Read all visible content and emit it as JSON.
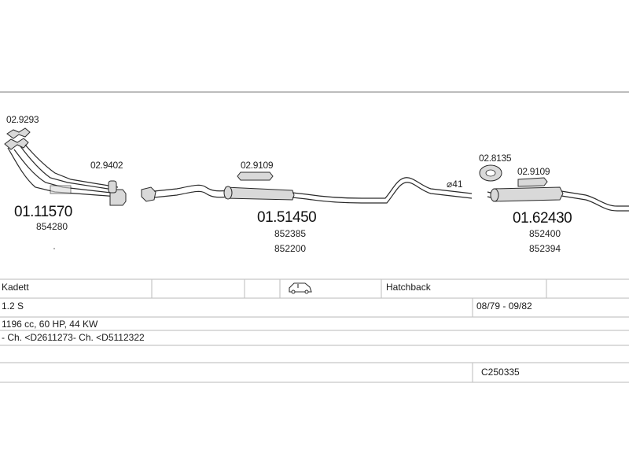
{
  "parts": {
    "gasket_front_code": "02.9293",
    "front_pipe_code": "01.11570",
    "front_pipe_oe": "854280",
    "clamp_code": "02.9402",
    "mount_middle_code": "02.9109",
    "middle_silencer_code": "01.51450",
    "middle_silencer_oe_1": "852385",
    "middle_silencer_oe_2": "852200",
    "diameter_label": "⌀41",
    "rubber_mount_code": "02.8135",
    "mount_rear_code": "02.9109",
    "rear_silencer_code": "01.62430",
    "rear_silencer_oe_1": "852400",
    "rear_silencer_oe_2": "852394"
  },
  "table": {
    "model": "Kadett",
    "body_type": "Hatchback",
    "engine": "1.2 S",
    "years": "08/79 - 09/82",
    "specs": "1196 cc, 60 HP, 44 KW",
    "chassis": "- Ch. <D2611273- Ch. <D5112322",
    "catalog_code": "C250335",
    "car_icon": "hatchback-car-icon"
  }
}
